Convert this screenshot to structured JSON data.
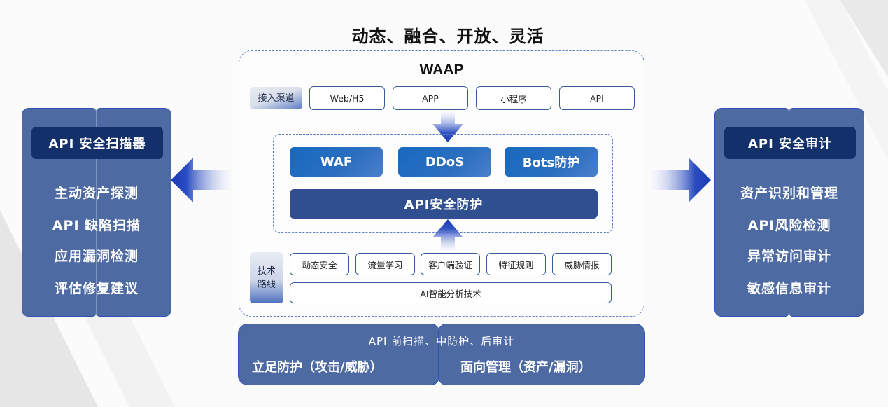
{
  "headline": "动态、融合、开放、灵活",
  "waap": {
    "title": "WAAP",
    "channels_label": "接入渠道",
    "channels": [
      "Web/H5",
      "APP",
      "小程序",
      "API"
    ],
    "features": [
      "WAF",
      "DDoS",
      "Bots防护"
    ],
    "core": "API安全防护",
    "tech_label_line1": "技术",
    "tech_label_line2": "路线",
    "techniques": [
      "动态安全",
      "流量学习",
      "客户端验证",
      "特征规则",
      "威胁情报"
    ],
    "ai_tech": "AI智能分析技术"
  },
  "left_panel": {
    "title": "API 安全扫描器",
    "items": [
      "主动资产探测",
      "API 缺陷扫描",
      "应用漏洞检测",
      "评估修复建议"
    ]
  },
  "right_panel": {
    "title": "API 安全审计",
    "items": [
      "资产识别和管理",
      "API风险检测",
      "异常访问审计",
      "敏感信息审计"
    ]
  },
  "bottom": {
    "subtitle": "API 前扫描、中防护、后审计",
    "left_label": "立足防护（攻击/威胁）",
    "right_label": "面向管理（资产/漏洞）"
  },
  "colors": {
    "panel": "#4e6aa3",
    "panel_title": "#13306b",
    "feature": "#1f6bc0",
    "core": "#2f4f91",
    "arrow": "#1e3fb8",
    "dash": "#5a7fc0"
  }
}
